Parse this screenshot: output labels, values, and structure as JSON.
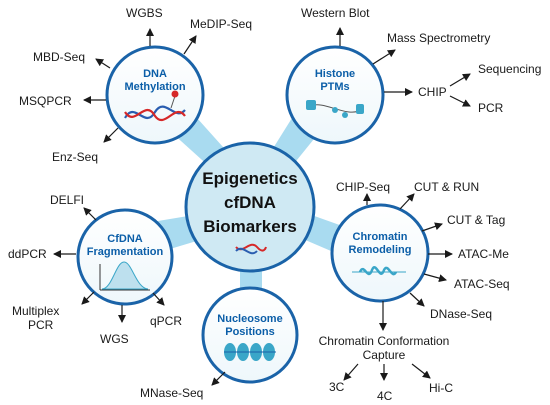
{
  "center": {
    "line1": "Epigenetics",
    "line2": "cfDNA",
    "line3": "Biomarkers"
  },
  "hubs": {
    "dna_methylation": {
      "line1": "DNA",
      "line2": "Methylation"
    },
    "histone_ptms": {
      "line1": "Histone",
      "line2": "PTMs"
    },
    "cfdna_fragmentation": {
      "line1": "CfDNA",
      "line2": "Fragmentation"
    },
    "chromatin_remodeling": {
      "line1": "Chromatin",
      "line2": "Remodeling"
    },
    "nucleosome_positions": {
      "line1": "Nucleosome",
      "line2": "Positions"
    }
  },
  "methylation_methods": [
    "WGBS",
    "MeDIP-Seq",
    "MBD-Seq",
    "MSQPCR",
    "Enz-Seq"
  ],
  "histone_methods": [
    "Western Blot",
    "Mass Spectrometry",
    "CHIP",
    "Sequencing",
    "PCR"
  ],
  "fragmentation_methods": [
    "DELFI",
    "ddPCR",
    "Multiplex",
    "PCR",
    "WGS",
    "qPCR"
  ],
  "chromatin_methods": [
    "CHIP-Seq",
    "CUT & RUN",
    "CUT & Tag",
    "ATAC-Me",
    "ATAC-Seq",
    "DNase-Seq"
  ],
  "conformation": {
    "line1": "Chromatin Conformation",
    "line2": "Capture",
    "subs": [
      "3C",
      "4C",
      "Hi-C"
    ]
  },
  "nucleosome_methods": [
    "MNase-Seq"
  ],
  "colors": {
    "hub_border": "#1a63a8",
    "hub_title": "#0b5ea8",
    "center_fill": "#cfe9f3",
    "spoke": "#a9dbf0",
    "dna": "#2a5db0",
    "dna_red": "#d62828"
  }
}
